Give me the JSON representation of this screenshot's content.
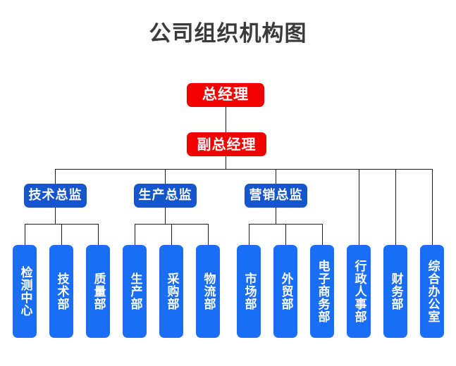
{
  "chart": {
    "title": "公司组织机构图",
    "background_color": "#ffffff",
    "title_color": "#3a3a3a",
    "connector_color": "#1a1a1a",
    "colors": {
      "executive": "#f20000",
      "director": "#1556cc",
      "department": "#1a6ef5",
      "node_text": "#ffffff"
    }
  },
  "executives": [
    {
      "id": "gm",
      "label": "总经理",
      "level": 1
    },
    {
      "id": "dgm",
      "label": "副总经理",
      "level": 2
    }
  ],
  "directors": [
    {
      "id": "tech_dir",
      "label": "技术总监",
      "level": 3
    },
    {
      "id": "prod_dir",
      "label": "生产总监",
      "level": 3
    },
    {
      "id": "sales_dir",
      "label": "营销总监",
      "level": 3
    }
  ],
  "departments": [
    {
      "id": "d01",
      "label": "检测中心",
      "parent": "tech_dir"
    },
    {
      "id": "d02",
      "label": "技术部",
      "parent": "tech_dir"
    },
    {
      "id": "d03",
      "label": "质量部",
      "parent": "tech_dir"
    },
    {
      "id": "d04",
      "label": "生产部",
      "parent": "prod_dir"
    },
    {
      "id": "d05",
      "label": "采购部",
      "parent": "prod_dir"
    },
    {
      "id": "d06",
      "label": "物流部",
      "parent": "prod_dir"
    },
    {
      "id": "d07",
      "label": "市场部",
      "parent": "sales_dir"
    },
    {
      "id": "d08",
      "label": "外贸部",
      "parent": "sales_dir"
    },
    {
      "id": "d09",
      "label": "电子商务部",
      "parent": "sales_dir"
    },
    {
      "id": "d10",
      "label": "行政人事部",
      "parent": "dgm"
    },
    {
      "id": "d11",
      "label": "财务部",
      "parent": "dgm"
    },
    {
      "id": "d12",
      "label": "综合办公室",
      "parent": "dgm"
    }
  ],
  "chart_data": {
    "type": "diagram",
    "diagram_type": "organizational-hierarchy",
    "title": "公司组织机构图",
    "nodes": [
      {
        "id": "gm",
        "label": "总经理",
        "level": 1,
        "color": "#f20000"
      },
      {
        "id": "dgm",
        "label": "副总经理",
        "level": 2,
        "color": "#f20000"
      },
      {
        "id": "tech_dir",
        "label": "技术总监",
        "level": 3,
        "color": "#1556cc"
      },
      {
        "id": "prod_dir",
        "label": "生产总监",
        "level": 3,
        "color": "#1556cc"
      },
      {
        "id": "sales_dir",
        "label": "营销总监",
        "level": 3,
        "color": "#1556cc"
      },
      {
        "id": "d01",
        "label": "检测中心",
        "level": 4,
        "color": "#1a6ef5"
      },
      {
        "id": "d02",
        "label": "技术部",
        "level": 4,
        "color": "#1a6ef5"
      },
      {
        "id": "d03",
        "label": "质量部",
        "level": 4,
        "color": "#1a6ef5"
      },
      {
        "id": "d04",
        "label": "生产部",
        "level": 4,
        "color": "#1a6ef5"
      },
      {
        "id": "d05",
        "label": "采购部",
        "level": 4,
        "color": "#1a6ef5"
      },
      {
        "id": "d06",
        "label": "物流部",
        "level": 4,
        "color": "#1a6ef5"
      },
      {
        "id": "d07",
        "label": "市场部",
        "level": 4,
        "color": "#1a6ef5"
      },
      {
        "id": "d08",
        "label": "外贸部",
        "level": 4,
        "color": "#1a6ef5"
      },
      {
        "id": "d09",
        "label": "电子商务部",
        "level": 4,
        "color": "#1a6ef5"
      },
      {
        "id": "d10",
        "label": "行政人事部",
        "level": 4,
        "color": "#1a6ef5"
      },
      {
        "id": "d11",
        "label": "财务部",
        "level": 4,
        "color": "#1a6ef5"
      },
      {
        "id": "d12",
        "label": "综合办公室",
        "level": 4,
        "color": "#1a6ef5"
      }
    ],
    "edges": [
      {
        "from": "gm",
        "to": "dgm"
      },
      {
        "from": "dgm",
        "to": "tech_dir"
      },
      {
        "from": "dgm",
        "to": "prod_dir"
      },
      {
        "from": "dgm",
        "to": "sales_dir"
      },
      {
        "from": "dgm",
        "to": "d10"
      },
      {
        "from": "dgm",
        "to": "d11"
      },
      {
        "from": "dgm",
        "to": "d12"
      },
      {
        "from": "tech_dir",
        "to": "d01"
      },
      {
        "from": "tech_dir",
        "to": "d02"
      },
      {
        "from": "tech_dir",
        "to": "d03"
      },
      {
        "from": "prod_dir",
        "to": "d04"
      },
      {
        "from": "prod_dir",
        "to": "d05"
      },
      {
        "from": "prod_dir",
        "to": "d06"
      },
      {
        "from": "sales_dir",
        "to": "d07"
      },
      {
        "from": "sales_dir",
        "to": "d08"
      },
      {
        "from": "sales_dir",
        "to": "d09"
      }
    ],
    "level_count": 4,
    "node_count": 17,
    "orientation": "top-down"
  }
}
